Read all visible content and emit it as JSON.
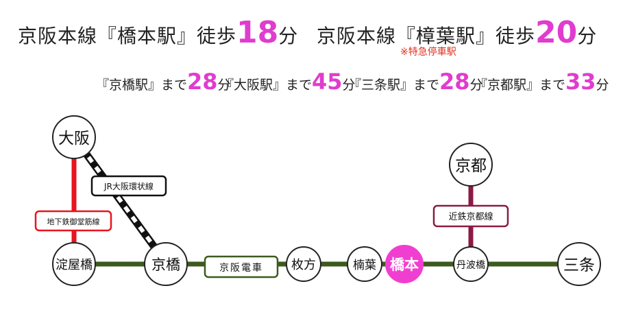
{
  "header": {
    "line1": {
      "prefix": "京阪本線『橋本駅』徒歩",
      "minutes": "18",
      "suffix": "分"
    },
    "line2": {
      "prefix": "京阪本線『樟葉駅』徒歩",
      "minutes": "20",
      "suffix": "分"
    },
    "express_note": "※特急停車駅"
  },
  "travel_times": [
    {
      "dest": "『京橋駅』まで",
      "minutes": "28",
      "suffix": "分"
    },
    {
      "dest": "『大阪駅』まで",
      "minutes": "45",
      "suffix": "分"
    },
    {
      "dest": "『三条駅』まで",
      "minutes": "28",
      "suffix": "分"
    },
    {
      "dest": "『京都駅』まで",
      "minutes": "33",
      "suffix": "分"
    }
  ],
  "stations": {
    "osaka": "大阪",
    "yodoyabashi": "淀屋橋",
    "kyobashi": "京橋",
    "hirakata": "枚方",
    "kuzuha": "楠葉",
    "hashimoto": "橋本",
    "tambabashi": "丹波橋",
    "sanjo": "三条",
    "kyoto": "京都"
  },
  "lines": {
    "jr_loop": "JR大阪環状線",
    "subway": "地下鉄御堂筋線",
    "keihan": "京阪電車",
    "kintetsu": "近鉄京都線"
  },
  "colors": {
    "accent": "#e03ccf",
    "keihan": "#3d5a1e",
    "subway": "#e8141e",
    "kintetsu": "#8b1a44",
    "highlight_station": "#f03fd0"
  }
}
